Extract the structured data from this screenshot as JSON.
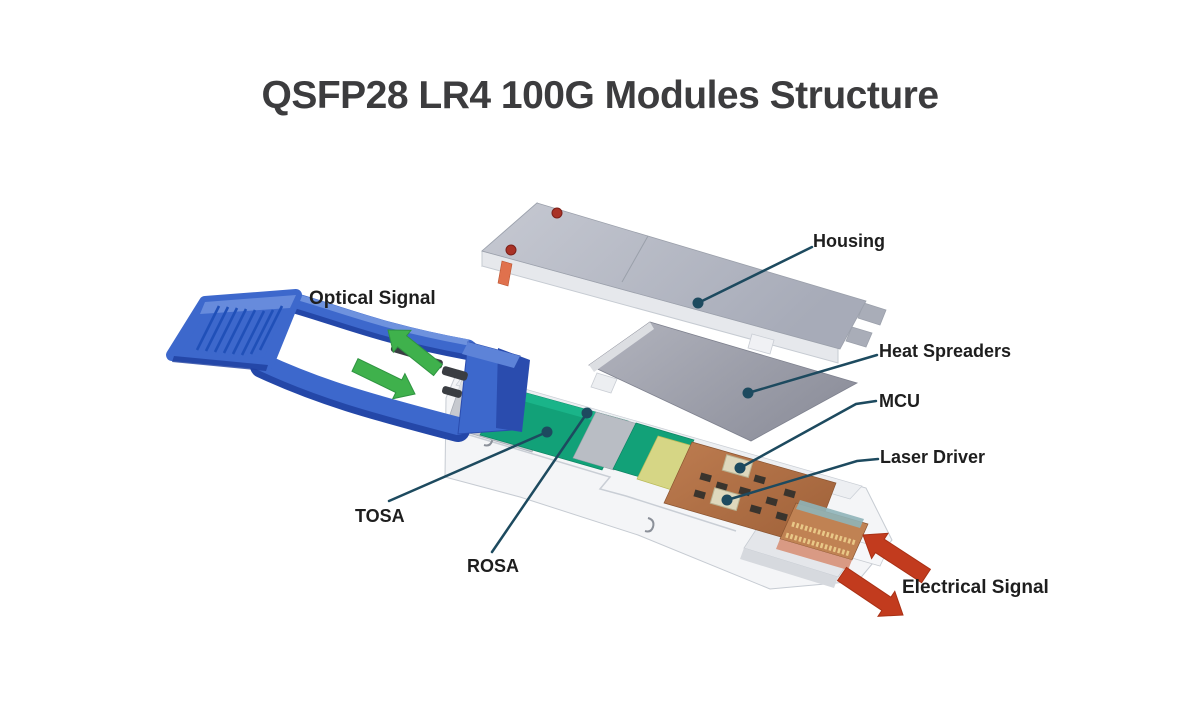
{
  "title": "QSFP28 LR4 100G Modules Structure",
  "diagram": {
    "type": "exploded-view",
    "subject": "QSFP28 LR4 100G optical transceiver module",
    "labels": {
      "housing": "Housing",
      "heat_spreaders": "Heat Spreaders",
      "mcu": "MCU",
      "laser_driver": "Laser Driver",
      "optical_signal": "Optical Signal",
      "tosa": "TOSA",
      "rosa": "ROSA",
      "electrical_signal": "Electrical Signal"
    },
    "colors": {
      "background": "#ffffff",
      "title_text": "#3c3c3e",
      "label_text": "#1e1e1e",
      "leader_line": "#1d4a5f",
      "optical_arrow_green": "#3fb14c",
      "electrical_arrow_red": "#c23b1e",
      "latch_blue": "#3d68cc",
      "latch_blue_dark": "#2447a8",
      "component_green": "#12a178",
      "pcb_copper": "#b0714a",
      "metal_gray": "#b4b8c2",
      "body_white": "#f4f5f7"
    }
  }
}
